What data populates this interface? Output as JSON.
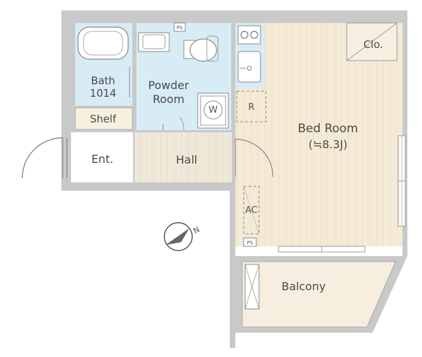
{
  "rooms": {
    "bath": "Bath",
    "bath_size": "1014",
    "powder_line1": "Powder",
    "powder_line2": "Room",
    "washer": "W",
    "refrigerator": "R",
    "shelf": "Shelf",
    "entrance": "Ent.",
    "hall": "Hall",
    "bedroom": "Bed Room",
    "bedroom_size": "(≒8.3J)",
    "closet": "Clo.",
    "air_conditioner": "AC",
    "balcony": "Balcony",
    "pipe_space_top": "PS",
    "pipe_space_bottom": "PS"
  },
  "compass": {
    "label": "N"
  },
  "colors": {
    "wall": "#c9c9c9",
    "bedroom_floor": "#f4ead6",
    "wet_area": "#d8ecf6",
    "hall_floor": "#eee8d8",
    "shelf_floor": "#f6f1df",
    "balcony_floor": "#f6efe0",
    "line": "#8a8a8a"
  }
}
